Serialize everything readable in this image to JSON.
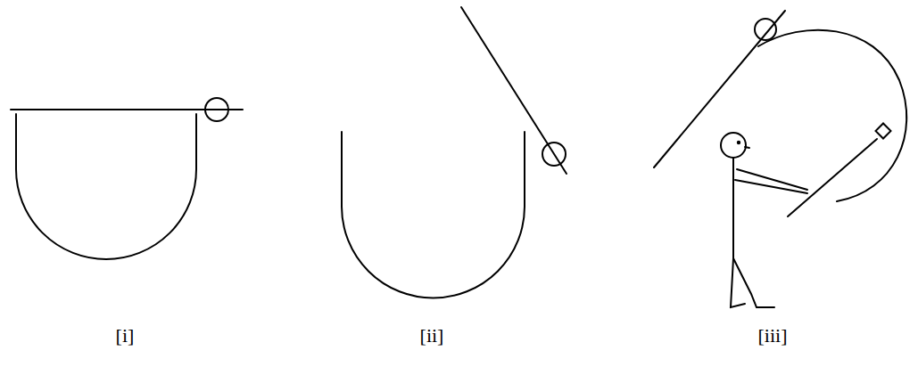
{
  "diagram": {
    "labels": [
      "[i]",
      "[ii]",
      "[iii]"
    ]
  }
}
